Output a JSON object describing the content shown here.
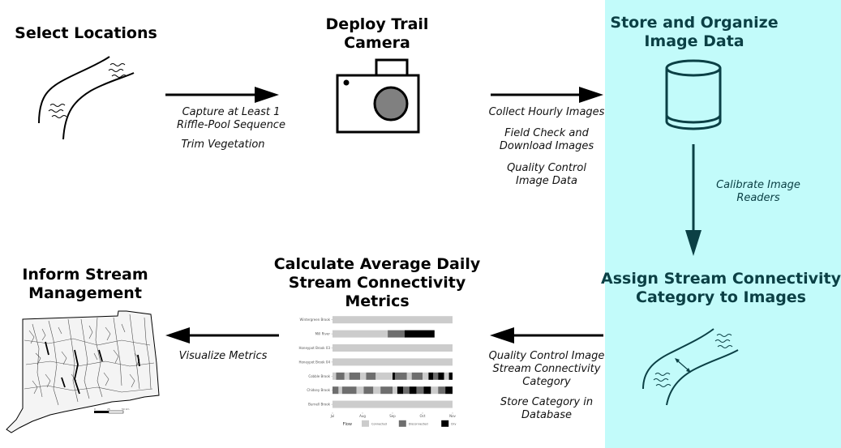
{
  "steps": {
    "select": {
      "title": [
        "Select Locations"
      ]
    },
    "deploy": {
      "title": [
        "Deploy Trail",
        "Camera"
      ]
    },
    "store": {
      "title": [
        "Store and Organize",
        "Image Data"
      ]
    },
    "assign": {
      "title": [
        "Assign Stream Connectivity",
        "Category to Images"
      ]
    },
    "calculate": {
      "title": [
        "Calculate Average Daily",
        "Stream Connectivity",
        "Metrics"
      ]
    },
    "inform": {
      "title": [
        "Inform Stream",
        "Management"
      ]
    }
  },
  "notes": {
    "capture": [
      "Capture at Least 1",
      "Riffle-Pool Sequence"
    ],
    "trim": [
      "Trim Vegetation"
    ],
    "collect": [
      "Collect Hourly Images"
    ],
    "field_check": [
      "Field Check and",
      "Download Images"
    ],
    "quality_control_image": [
      "Quality Control",
      "Image Data"
    ],
    "calibrate": [
      "Calibrate Image",
      "Readers"
    ],
    "qc_category": [
      "Quality Control Image",
      "Stream Connectivity",
      "Category"
    ],
    "store_category": [
      "Store Category in",
      "Database"
    ],
    "visualize": [
      "Visualize Metrics"
    ]
  },
  "colors": {
    "panel_bg": "#c2fbfa",
    "teal_text": "#0b4045",
    "arrow": "#000000",
    "teal_arrow": "#0b4045",
    "camera_lens": "#808080",
    "connected": "#cccccc",
    "disconnected": "#6e6e6e",
    "dry": "#000000"
  },
  "icons": {
    "stream": "stream-icon",
    "camera": "camera-icon",
    "database": "database-icon",
    "stream_connect": "stream-connectivity-icon",
    "map": "stream-network-map-icon"
  },
  "chart_data": {
    "type": "bar",
    "orientation": "horizontal-timeline",
    "categories": [
      "Wintergreen Brook",
      "Mill River",
      "Honeypot Brook 03",
      "Honeypot Brook 04",
      "Cobble Brook",
      "Chidsey Brook",
      "Burnell Brook"
    ],
    "x_ticks": [
      "Jul",
      "Aug",
      "Sep",
      "Oct",
      "Nov"
    ],
    "legend": {
      "title": "Flow",
      "entries": [
        {
          "name": "Connected",
          "color": "#cccccc"
        },
        {
          "name": "Disconnected",
          "color": "#6e6e6e"
        },
        {
          "name": "Dry",
          "color": "#000000"
        }
      ]
    },
    "series": [
      {
        "site": "Wintergreen Brook",
        "segments": [
          [
            0,
            1,
            "Connected"
          ]
        ]
      },
      {
        "site": "Mill River",
        "segments": [
          [
            0,
            0.46,
            "Connected"
          ],
          [
            0.46,
            0.6,
            "Disconnected"
          ],
          [
            0.6,
            0.85,
            "Dry"
          ]
        ]
      },
      {
        "site": "Honeypot Brook 03",
        "segments": [
          [
            0,
            1,
            "Connected"
          ]
        ]
      },
      {
        "site": "Honeypot Brook 04",
        "segments": [
          [
            0,
            1,
            "Connected"
          ]
        ]
      },
      {
        "site": "Cobble Brook",
        "segments": [
          [
            0,
            0.03,
            "Connected"
          ],
          [
            0.03,
            0.1,
            "Disconnected"
          ],
          [
            0.1,
            0.14,
            "Connected"
          ],
          [
            0.14,
            0.23,
            "Disconnected"
          ],
          [
            0.23,
            0.28,
            "Connected"
          ],
          [
            0.28,
            0.36,
            "Disconnected"
          ],
          [
            0.36,
            0.5,
            "Connected"
          ],
          [
            0.5,
            0.52,
            "Dry"
          ],
          [
            0.52,
            0.62,
            "Disconnected"
          ],
          [
            0.62,
            0.66,
            "Connected"
          ],
          [
            0.66,
            0.75,
            "Disconnected"
          ],
          [
            0.75,
            0.8,
            "Connected"
          ],
          [
            0.8,
            0.84,
            "Dry"
          ],
          [
            0.84,
            0.88,
            "Disconnected"
          ],
          [
            0.88,
            0.93,
            "Dry"
          ],
          [
            0.93,
            0.97,
            "Connected"
          ],
          [
            0.97,
            1,
            "Dry"
          ]
        ]
      },
      {
        "site": "Chidsey Brook",
        "segments": [
          [
            0,
            0.05,
            "Disconnected"
          ],
          [
            0.05,
            0.08,
            "Connected"
          ],
          [
            0.08,
            0.2,
            "Disconnected"
          ],
          [
            0.2,
            0.26,
            "Connected"
          ],
          [
            0.26,
            0.34,
            "Disconnected"
          ],
          [
            0.34,
            0.4,
            "Connected"
          ],
          [
            0.4,
            0.5,
            "Disconnected"
          ],
          [
            0.5,
            0.54,
            "Connected"
          ],
          [
            0.54,
            0.59,
            "Dry"
          ],
          [
            0.59,
            0.64,
            "Disconnected"
          ],
          [
            0.64,
            0.7,
            "Dry"
          ],
          [
            0.7,
            0.76,
            "Disconnected"
          ],
          [
            0.76,
            0.82,
            "Dry"
          ],
          [
            0.82,
            0.88,
            "Connected"
          ],
          [
            0.88,
            0.94,
            "Disconnected"
          ],
          [
            0.94,
            1,
            "Dry"
          ]
        ]
      },
      {
        "site": "Burnell Brook",
        "segments": [
          [
            0,
            1,
            "Connected"
          ]
        ]
      }
    ]
  }
}
